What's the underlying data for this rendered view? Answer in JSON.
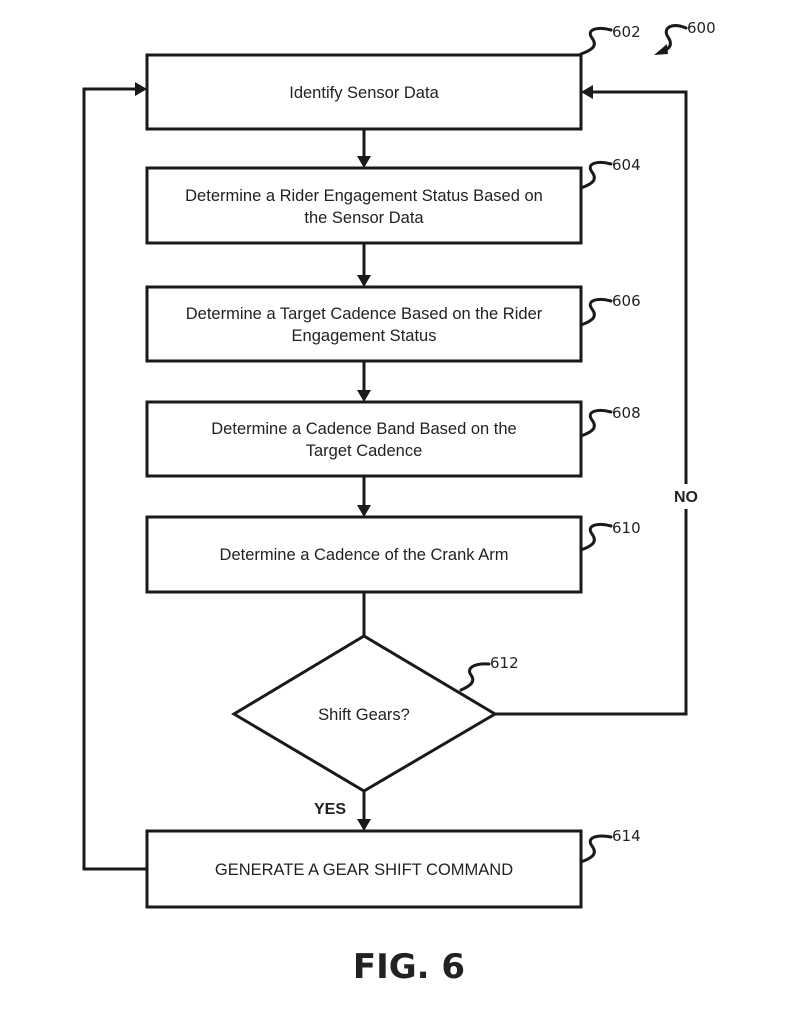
{
  "figure": {
    "label": "FIG. 6",
    "ref": "600"
  },
  "steps": [
    {
      "ref": "602",
      "lines": [
        "Identify Sensor Data"
      ]
    },
    {
      "ref": "604",
      "lines": [
        "Determine a Rider Engagement Status Based on",
        "the Sensor Data"
      ]
    },
    {
      "ref": "606",
      "lines": [
        "Determine a Target Cadence Based on the Rider",
        "Engagement Status"
      ]
    },
    {
      "ref": "608",
      "lines": [
        "Determine a Cadence Band Based on the",
        "Target Cadence"
      ]
    },
    {
      "ref": "610",
      "lines": [
        "Determine a Cadence of the Crank Arm"
      ]
    },
    {
      "ref": "614",
      "lines": [
        "GENERATE A GEAR SHIFT COMMAND"
      ]
    }
  ],
  "decision": {
    "ref": "612",
    "text": "Shift Gears?",
    "yes_label": "YES",
    "no_label": "NO"
  }
}
